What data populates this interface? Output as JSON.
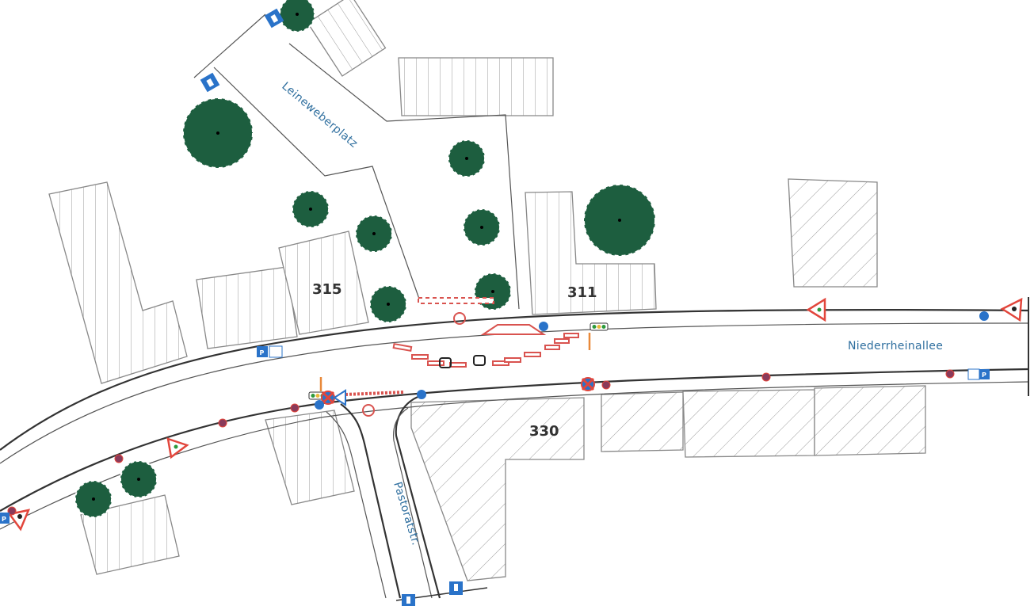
{
  "streets": {
    "main": "Niederrheinallee",
    "square": "Leineweberplatz",
    "side": "Pastoratstr."
  },
  "house_numbers": {
    "h315": "315",
    "h311": "311",
    "h330": "330"
  },
  "signs": {
    "parking_letter": "P",
    "dead_end_icon": "dead-end-icon"
  },
  "colors": {
    "tree": "#1d5e3f",
    "street_label": "#2f6f9f",
    "warning": "#e2463c",
    "sign_blue": "#2a73c9",
    "barrier": "#d9534f",
    "light_pole": "#e8893a"
  }
}
